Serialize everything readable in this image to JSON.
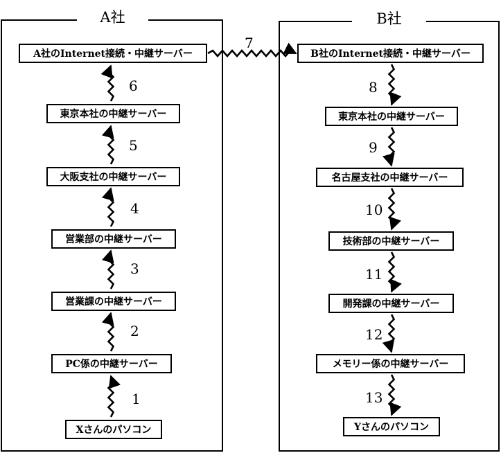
{
  "companies": {
    "a": {
      "title": "A社",
      "nodes": [
        "A社のInternet接続・中継サーバー",
        "東京本社の中継サーバー",
        "大阪支社の中継サーバー",
        "営業部の中継サーバー",
        "営業課の中継サーバー",
        "PC係の中継サーバー",
        "Xさんのパソコン"
      ]
    },
    "b": {
      "title": "B社",
      "nodes": [
        "B社のInternet接続・中継サーバー",
        "東京本社の中継サーバー",
        "名古屋支社の中継サーバー",
        "技術部の中継サーバー",
        "開発課の中継サーバー",
        "メモリー係の中継サーバー",
        "Yさんのパソコン"
      ]
    }
  },
  "steps": [
    "1",
    "2",
    "3",
    "4",
    "5",
    "6",
    "7",
    "8",
    "9",
    "10",
    "11",
    "12",
    "13"
  ]
}
